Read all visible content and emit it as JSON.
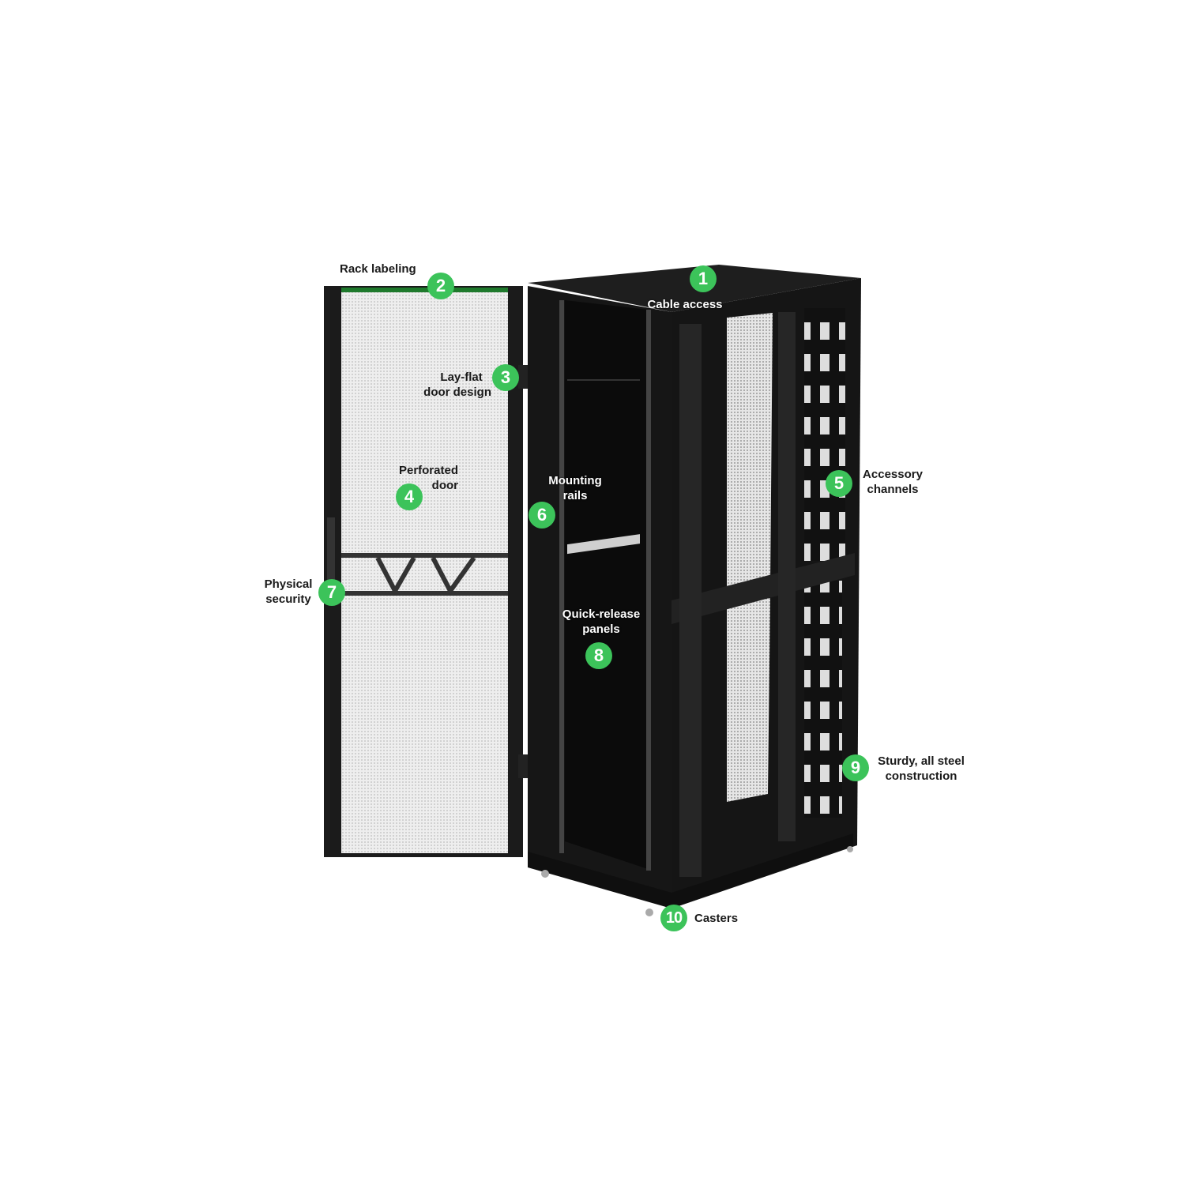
{
  "accent_color": "#3cc35a",
  "callouts": [
    {
      "number": "1",
      "lines": [
        "Cable access"
      ]
    },
    {
      "number": "2",
      "lines": [
        "Rack labeling"
      ]
    },
    {
      "number": "3",
      "lines": [
        "Lay-flat",
        "door design"
      ]
    },
    {
      "number": "4",
      "lines": [
        "Perforated",
        "door"
      ]
    },
    {
      "number": "5",
      "lines": [
        "Accessory",
        "channels"
      ]
    },
    {
      "number": "6",
      "lines": [
        "Mounting",
        "rails"
      ]
    },
    {
      "number": "7",
      "lines": [
        "Physical",
        "security"
      ]
    },
    {
      "number": "8",
      "lines": [
        "Quick-release",
        "panels"
      ]
    },
    {
      "number": "9",
      "lines": [
        "Sturdy, all steel",
        "construction"
      ]
    },
    {
      "number": "10",
      "lines": [
        "Casters"
      ]
    }
  ]
}
